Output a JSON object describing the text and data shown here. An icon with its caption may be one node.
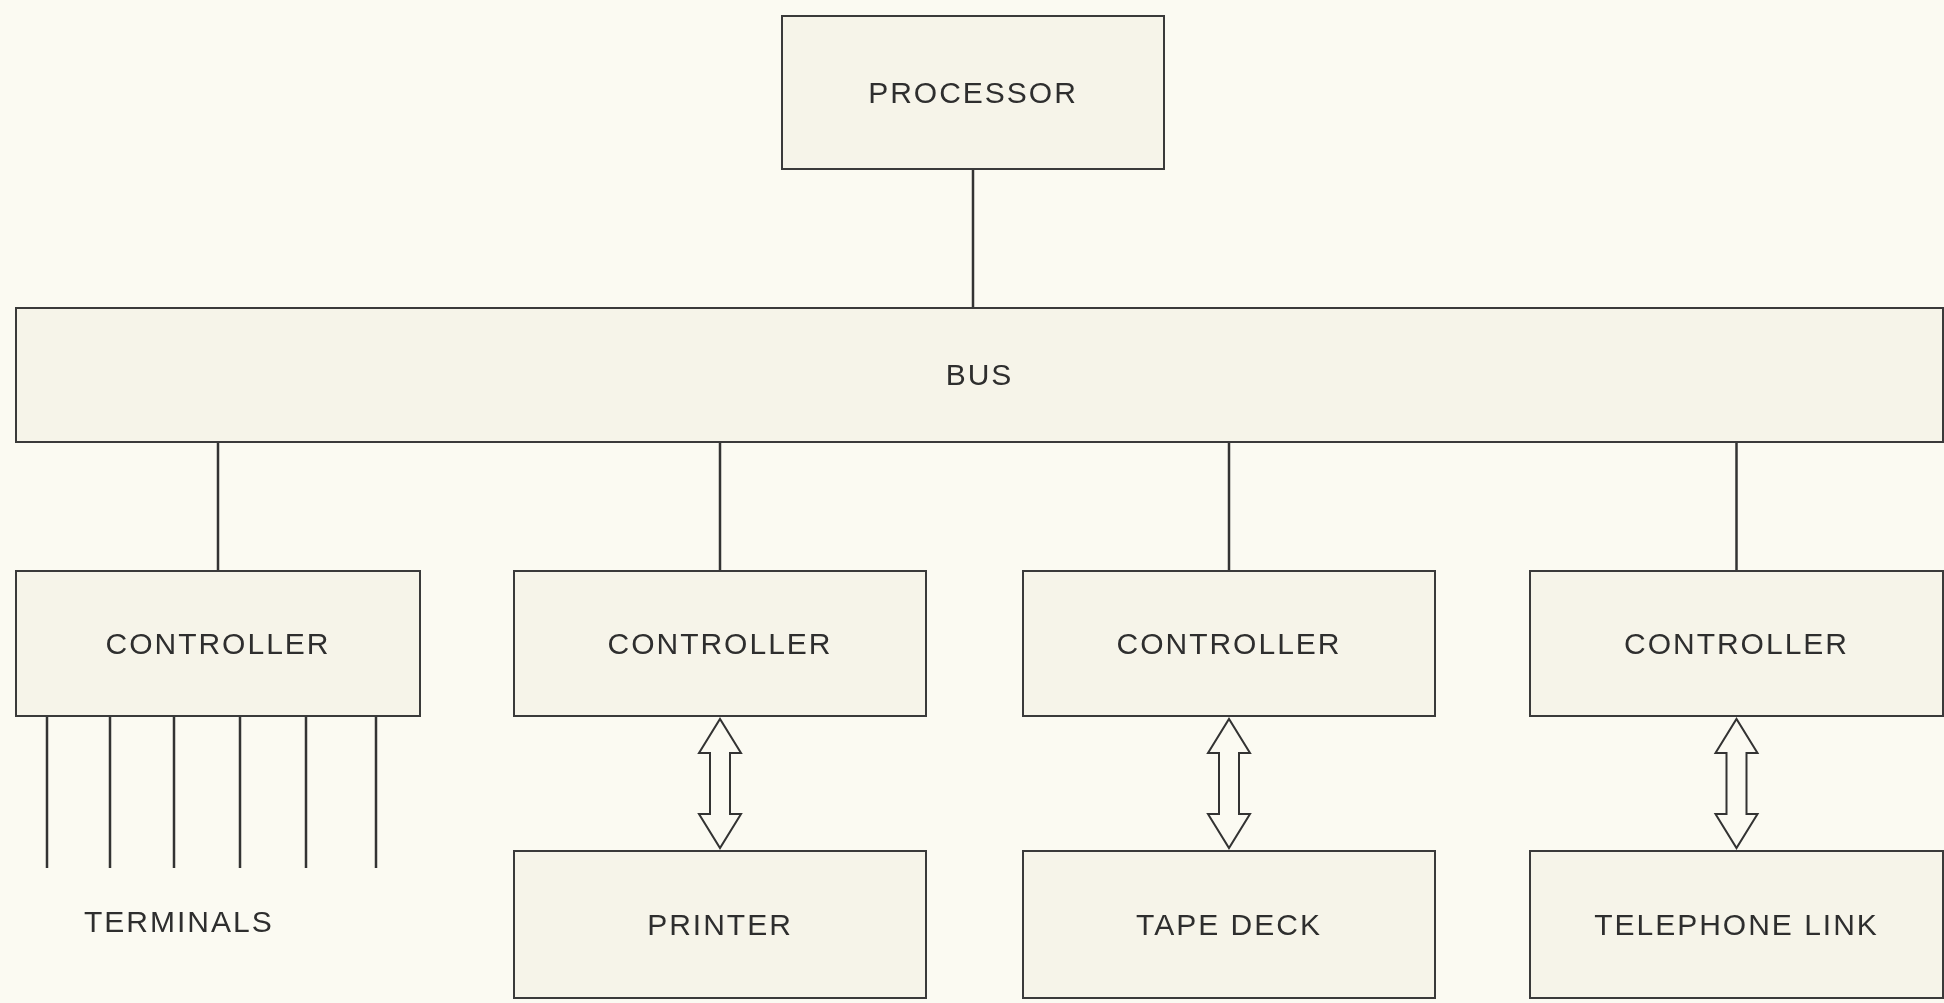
{
  "diagram": {
    "nodes": [
      {
        "text": [
          "PROCESSOR"
        ]
      },
      {
        "text": [
          "BUS"
        ]
      },
      {
        "text": [
          "CONTROLLER"
        ]
      },
      {
        "text": [
          "CONTROLLER"
        ]
      },
      {
        "text": [
          "CONTROLLER"
        ]
      },
      {
        "text": [
          "CONTROLLER"
        ]
      },
      {
        "text": [
          "PRINTER"
        ]
      },
      {
        "text": [
          "TAPE DECK"
        ]
      },
      {
        "text": [
          "TELEPHONE LINK"
        ]
      }
    ],
    "edges": [
      {
        "from": 0,
        "to": 1,
        "arrow": "none"
      },
      {
        "from": 1,
        "to": 2,
        "arrow": "none"
      },
      {
        "from": 1,
        "to": 3,
        "arrow": "none"
      },
      {
        "from": 1,
        "to": 4,
        "arrow": "none"
      },
      {
        "from": 1,
        "to": 5,
        "arrow": "none"
      },
      {
        "from": 3,
        "to": 6,
        "arrow": "both",
        "style": "thick"
      },
      {
        "from": 4,
        "to": 7,
        "arrow": "both",
        "style": "thick"
      },
      {
        "from": 5,
        "to": 8,
        "arrow": "both",
        "style": "thick"
      },
      {
        "from": 2,
        "to": null,
        "arrow": "none"
      },
      {
        "from": 2,
        "to": null,
        "arrow": "none"
      },
      {
        "from": 2,
        "to": null,
        "arrow": "none"
      },
      {
        "from": 2,
        "to": null,
        "arrow": "none"
      },
      {
        "from": 2,
        "to": null,
        "arrow": "none"
      },
      {
        "from": 2,
        "to": null,
        "arrow": "none"
      }
    ],
    "labels": [
      "TERMINALS"
    ]
  }
}
